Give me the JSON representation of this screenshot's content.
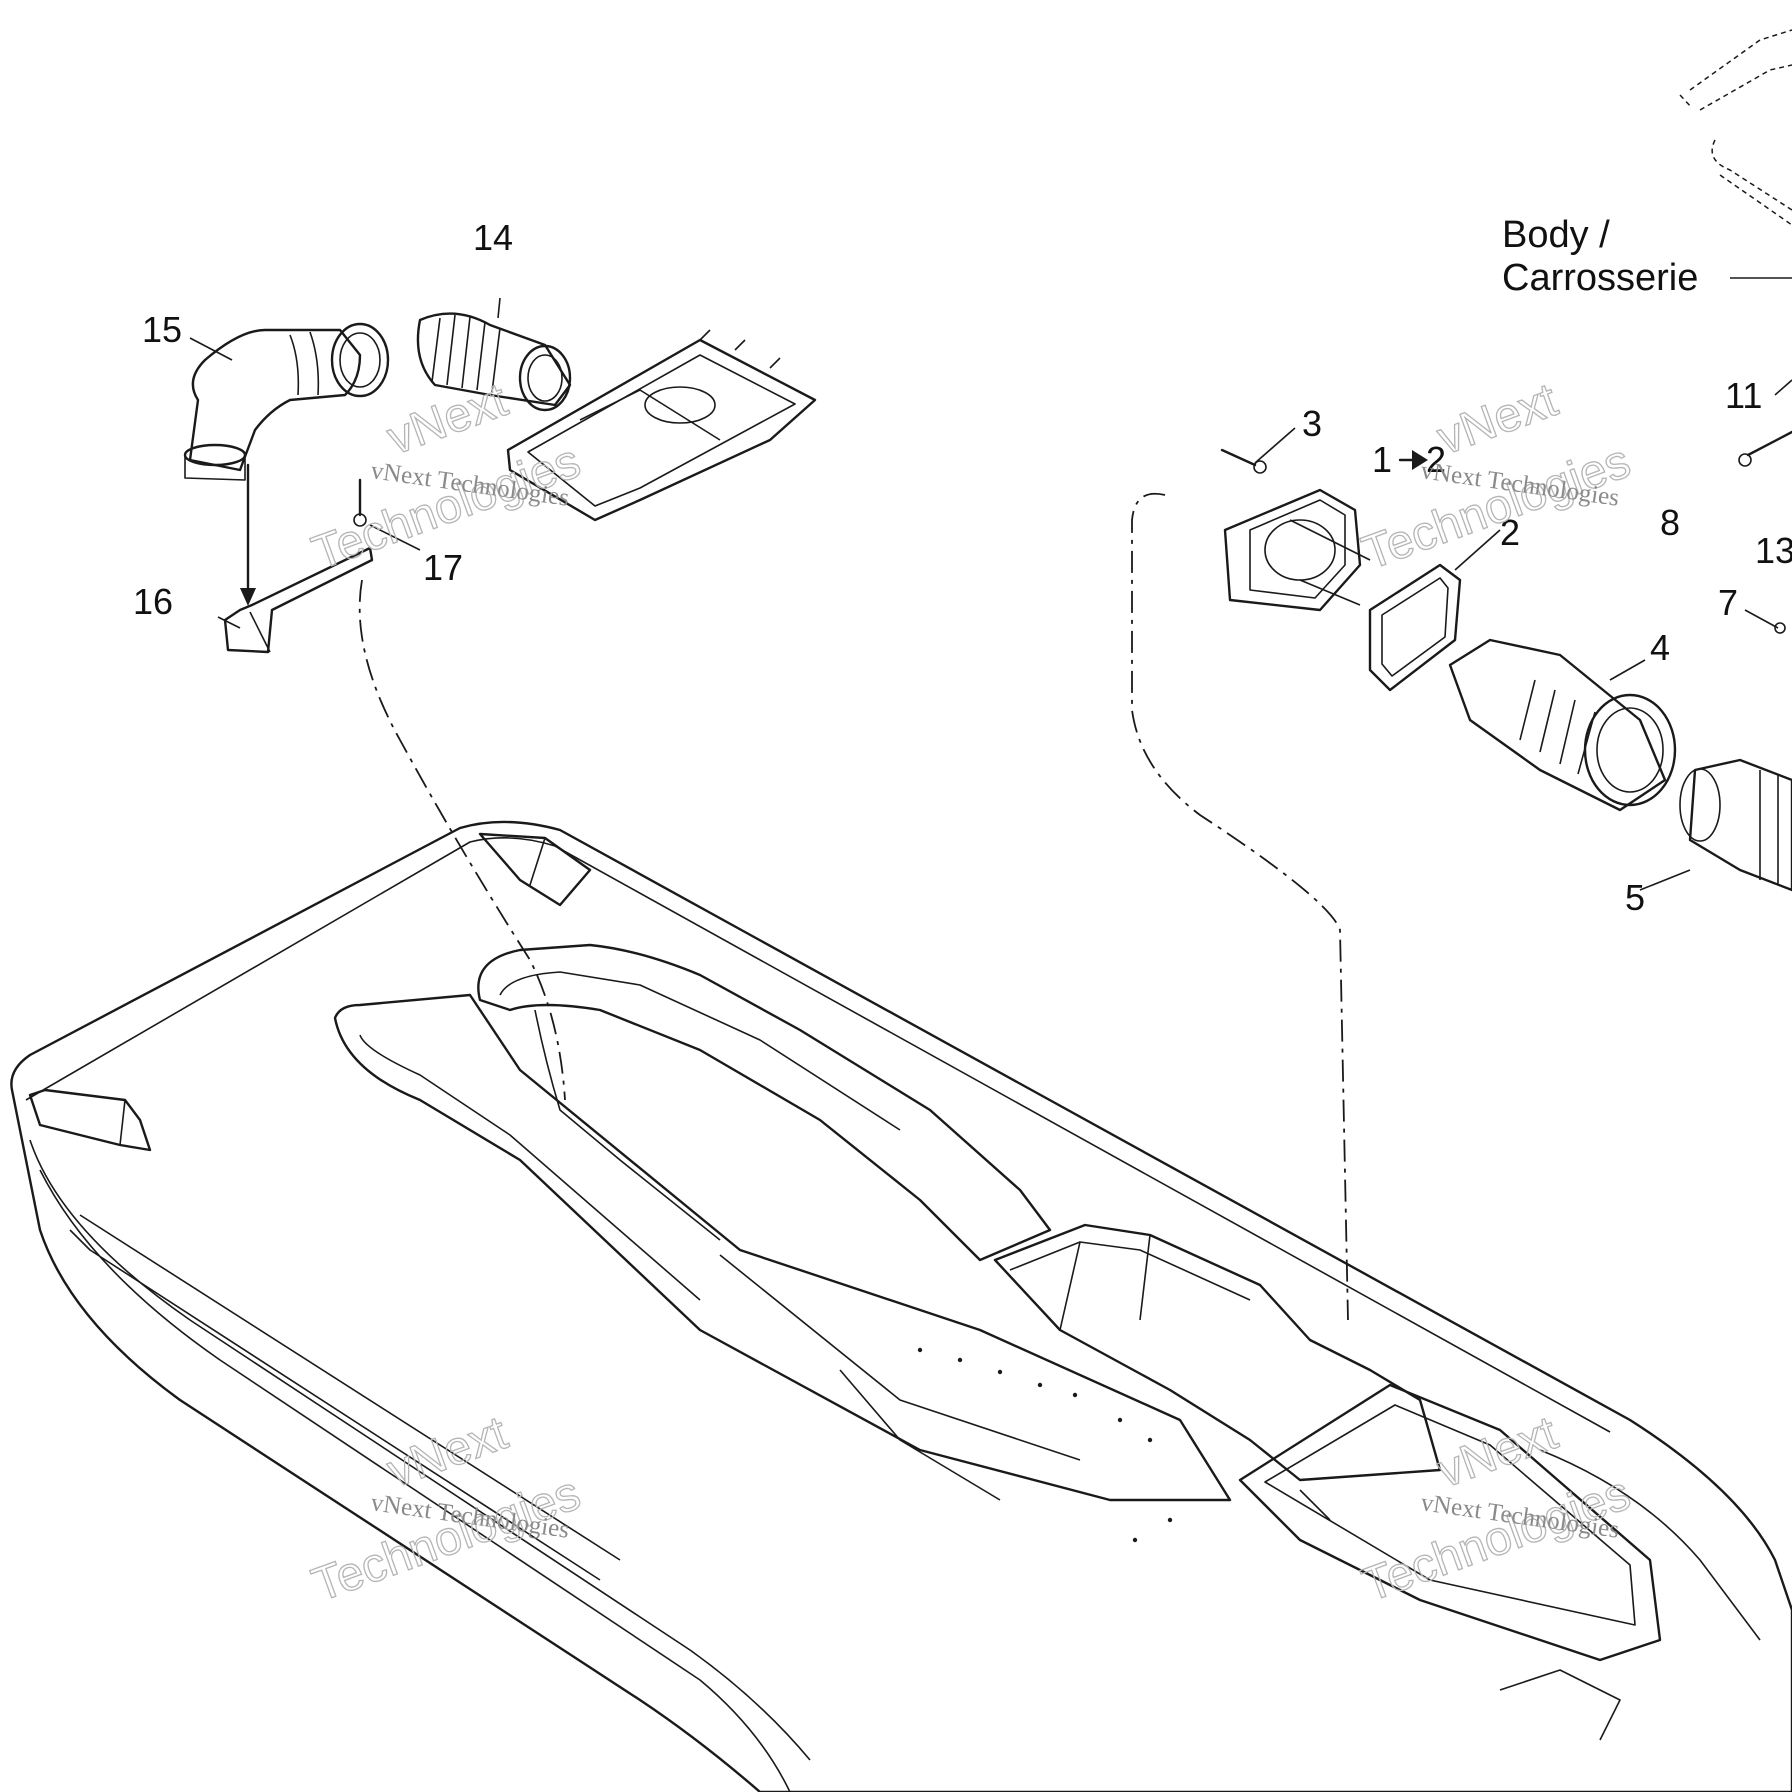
{
  "diagram": {
    "callouts": {
      "c1": "1",
      "c2": "2",
      "c2b": "2",
      "c3": "3",
      "c4": "4",
      "c5": "5",
      "c7": "7",
      "c8": "8",
      "c11": "11",
      "c13": "13",
      "c14": "14",
      "c15": "15",
      "c16": "16",
      "c17": "17"
    },
    "body_label": {
      "line1": "Body /",
      "line2": "Carrosserie"
    },
    "watermark": {
      "small": "vNext Technologies",
      "big_top": "vNext",
      "big_bottom": "Technologies"
    }
  }
}
